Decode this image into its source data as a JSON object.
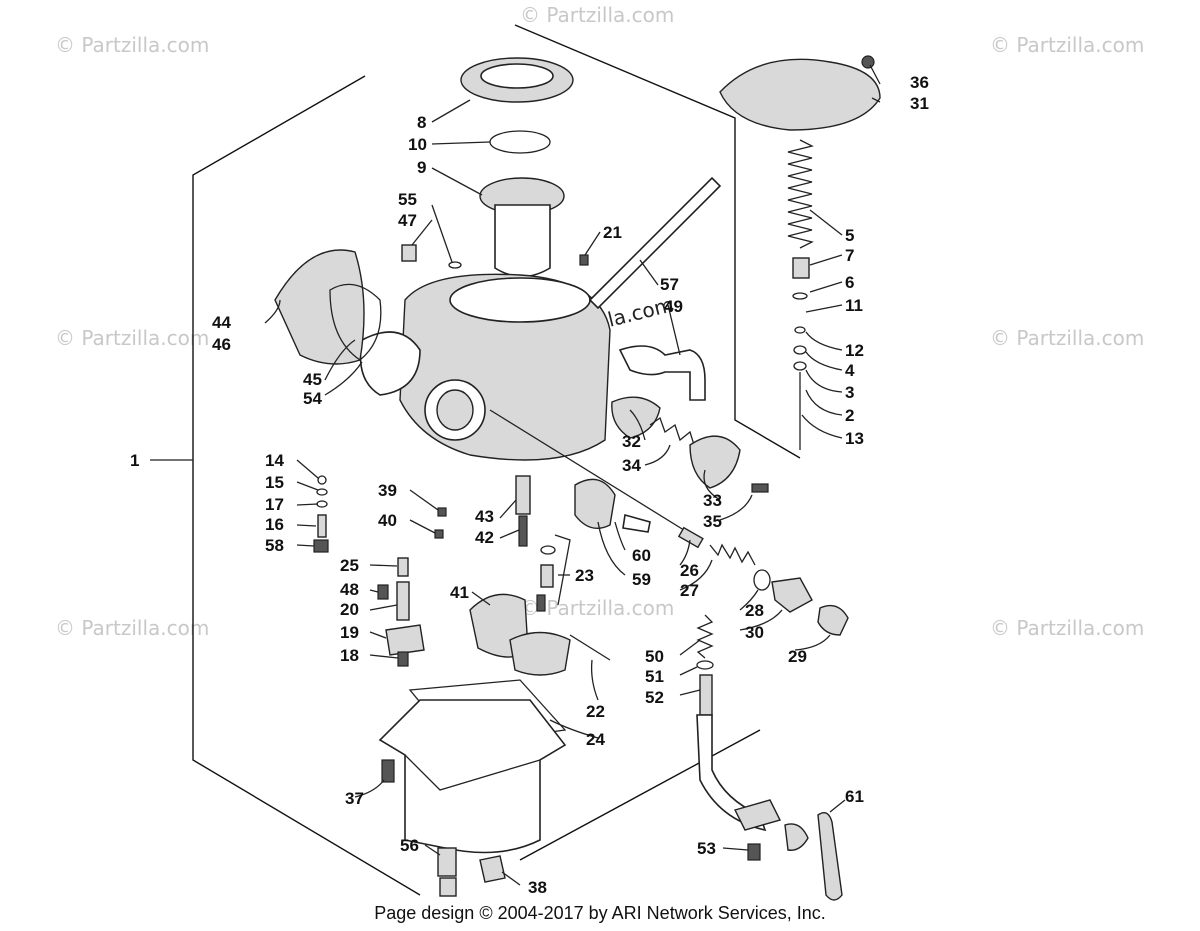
{
  "watermark": "© Partzilla.com",
  "center_watermark": "© Partzilla.com",
  "footer": "Page design © 2004-2017 by ARI Network Services, Inc.",
  "callouts": {
    "c1": "1",
    "c2": "2",
    "c3": "3",
    "c4": "4",
    "c5": "5",
    "c6": "6",
    "c7": "7",
    "c8": "8",
    "c9": "9",
    "c10": "10",
    "c11": "11",
    "c12": "12",
    "c13": "13",
    "c14": "14",
    "c15": "15",
    "c16": "16",
    "c17": "17",
    "c18": "18",
    "c19": "19",
    "c20": "20",
    "c21": "21",
    "c22": "22",
    "c23": "23",
    "c24": "24",
    "c25": "25",
    "c26": "26",
    "c27": "27",
    "c28": "28",
    "c29": "29",
    "c30": "30",
    "c31": "31",
    "c32": "32",
    "c33": "33",
    "c34": "34",
    "c35": "35",
    "c36": "36",
    "c37": "37",
    "c38": "38",
    "c39": "39",
    "c40": "40",
    "c41": "41",
    "c42": "42",
    "c43": "43",
    "c44": "44",
    "c45": "45",
    "c46": "46",
    "c47": "47",
    "c48": "48",
    "c49": "49",
    "c50": "50",
    "c51": "51",
    "c52": "52",
    "c53": "53",
    "c54": "54",
    "c55": "55",
    "c56": "56",
    "c57": "57",
    "c58": "58",
    "c59": "59",
    "c60": "60",
    "c61": "61"
  }
}
